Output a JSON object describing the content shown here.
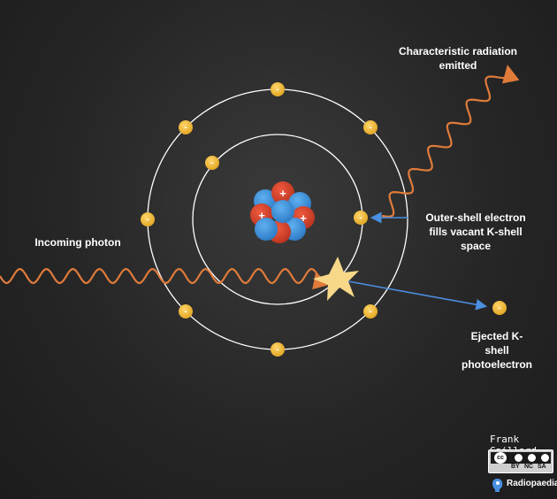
{
  "labels": {
    "incoming_photon": "Incoming photon",
    "characteristic_radiation": "Characteristic radiation\nemitted",
    "outer_shell": "Outer-shell electron\nfills vacant K-shell\nspace",
    "ejected": "Ejected K-\nshell\nphotoelectron"
  },
  "electron_symbol": "-",
  "proton_symbol": "+",
  "credit": {
    "author": "Frank Gaillard",
    "license_tags": [
      "BY",
      "NC",
      "SA"
    ],
    "license_logo": "cc",
    "brand": "Radiopaedia"
  },
  "colors": {
    "electron": "#f2b632",
    "proton": "#d8432b",
    "neutron": "#3a94e0",
    "photon_wave": "#e07b3a",
    "arrow": "#4a8fe0",
    "orbit": "#ffffff",
    "collision_star": "#f7d889"
  },
  "icons": {
    "collision": "star-burst-icon",
    "brand": "radiopaedia-logo-icon",
    "license": "creative-commons-icon"
  }
}
